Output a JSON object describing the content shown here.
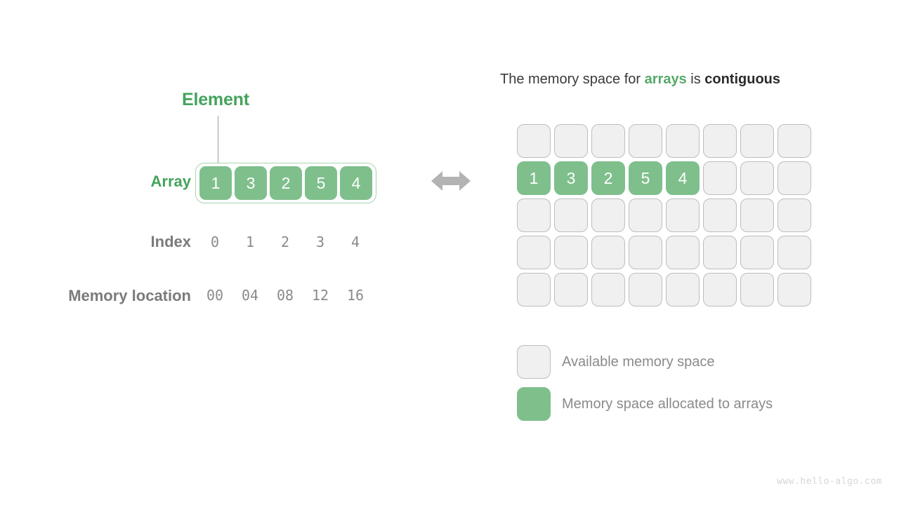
{
  "left_panel": {
    "element_label": "Element",
    "row_labels": {
      "array": "Array",
      "index": "Index",
      "memory": "Memory location"
    },
    "array_values": [
      "1",
      "3",
      "2",
      "5",
      "4"
    ],
    "index_values": [
      "0",
      "1",
      "2",
      "3",
      "4"
    ],
    "memory_values": [
      "00",
      "04",
      "08",
      "12",
      "16"
    ]
  },
  "connector": {
    "icon": "double-arrow-horizontal-icon"
  },
  "right_panel": {
    "heading": {
      "part1": "The memory space for ",
      "highlight": "arrays",
      "part2": " is ",
      "strong": "contiguous"
    },
    "grid": {
      "columns": 8,
      "rows": 5,
      "filled_row_index": 1,
      "filled_values": [
        "1",
        "3",
        "2",
        "5",
        "4"
      ]
    },
    "legend": [
      {
        "swatch": "available",
        "label": "Available memory space"
      },
      {
        "swatch": "allocated",
        "label": "Memory space allocated to arrays"
      }
    ]
  },
  "footer": {
    "watermark": "www.hello-algo.com"
  },
  "colors": {
    "green_fill": "#7fbf8c",
    "green_text": "#45a35d",
    "green_border": "#a8d4b2",
    "gray_text": "#8a8a8a",
    "cell_empty": "#f0f0f0",
    "cell_border": "#bdbdbd",
    "heading_text": "#3a3a3a"
  }
}
